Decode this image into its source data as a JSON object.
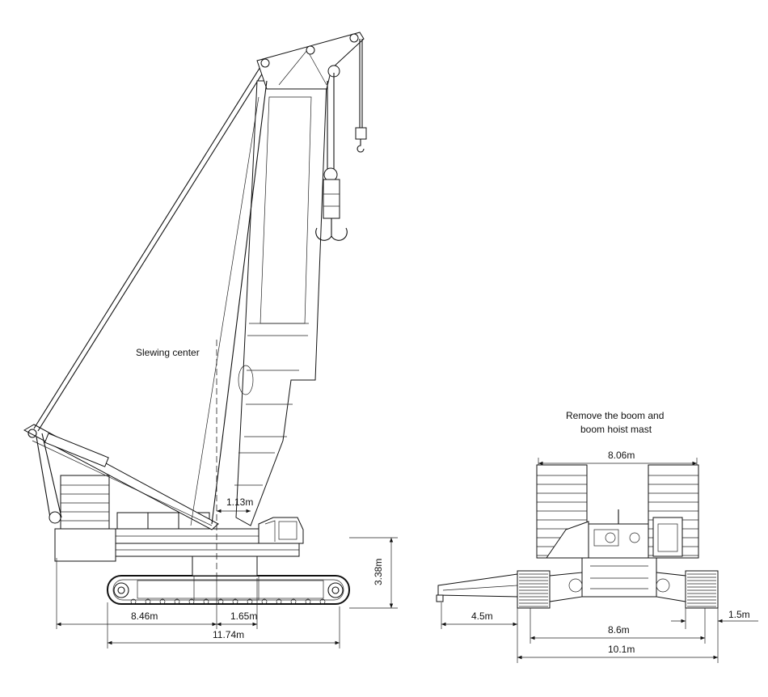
{
  "labels": {
    "slewing_center": "Slewing center",
    "remove_note_line1": "Remove the boom and",
    "remove_note_line2": "boom hoist mast"
  },
  "side_view": {
    "height": "3.38m",
    "tail_to_center": "8.46m",
    "center_offset": "1.65m",
    "total_length": "11.74m",
    "slew_offset": "1.13m"
  },
  "rear_view": {
    "counterweight_width": "8.06m",
    "outrigger_overhang": "4.5m",
    "track_gauge": "8.6m",
    "overall_width": "10.1m",
    "track_outer": "1.5m"
  }
}
